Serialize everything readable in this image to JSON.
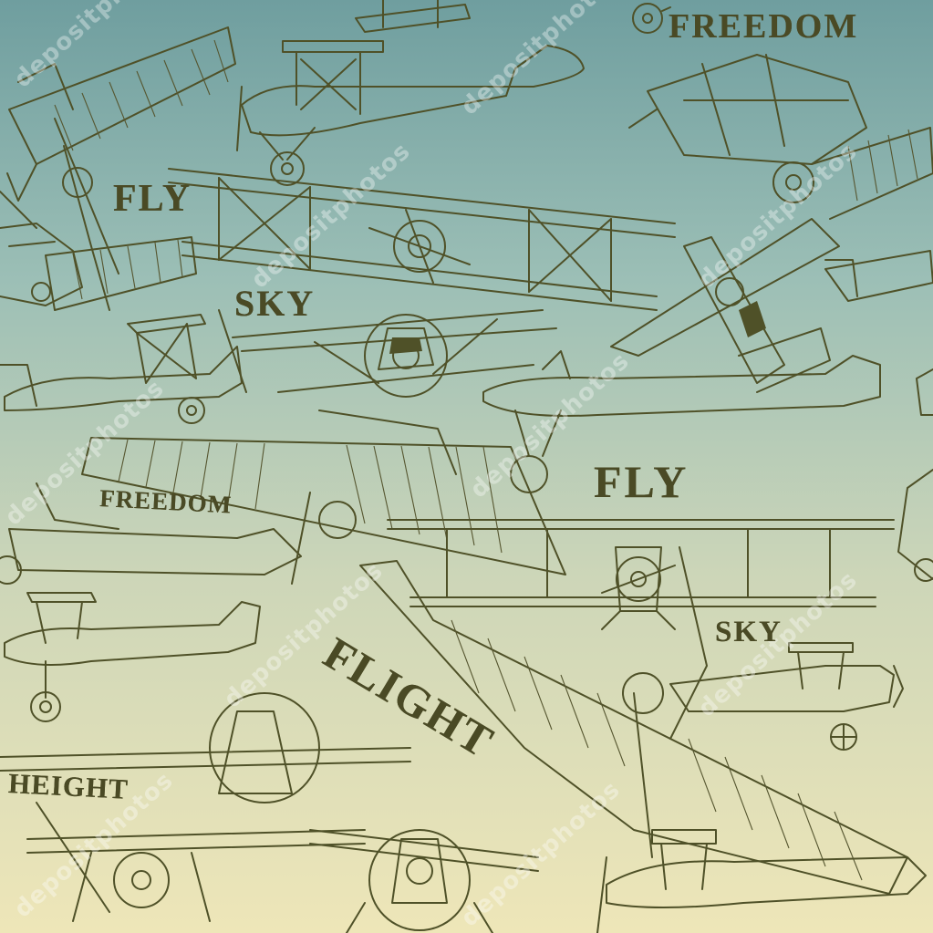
{
  "illustration": {
    "theme": "vintage biplane line-art seamless pattern",
    "colors": {
      "ink": "#4f5128",
      "sky_top": "#6f9e9f",
      "sky_bottom": "#eee6b8"
    }
  },
  "words": {
    "freedom_top": "FREEDOM",
    "fly_left": "FLY",
    "sky_left": "SKY",
    "fly_center": "FLY",
    "freedom_mid": "FREEDOM",
    "sky_right": "SKY",
    "flight": "FLIGHT",
    "height": "HEIGHT"
  },
  "watermark": {
    "text": "depositphotos"
  }
}
